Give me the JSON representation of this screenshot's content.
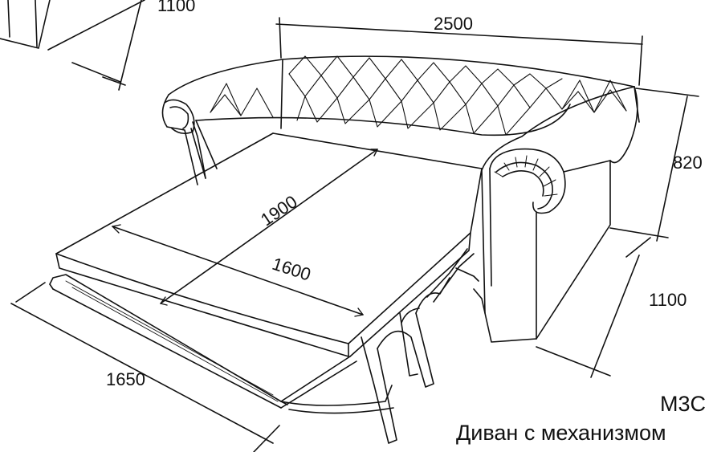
{
  "dimensions": {
    "top_left_partial": "1100",
    "sofa_width": "2500",
    "sofa_height": "820",
    "sofa_depth": "1100",
    "bed_length": "1900",
    "bed_width": "1600",
    "unfolded_length": "1650"
  },
  "caption": {
    "model": "М3С",
    "description": "Диван с механизмом"
  },
  "colors": {
    "line": "#111111",
    "background": "#ffffff"
  }
}
